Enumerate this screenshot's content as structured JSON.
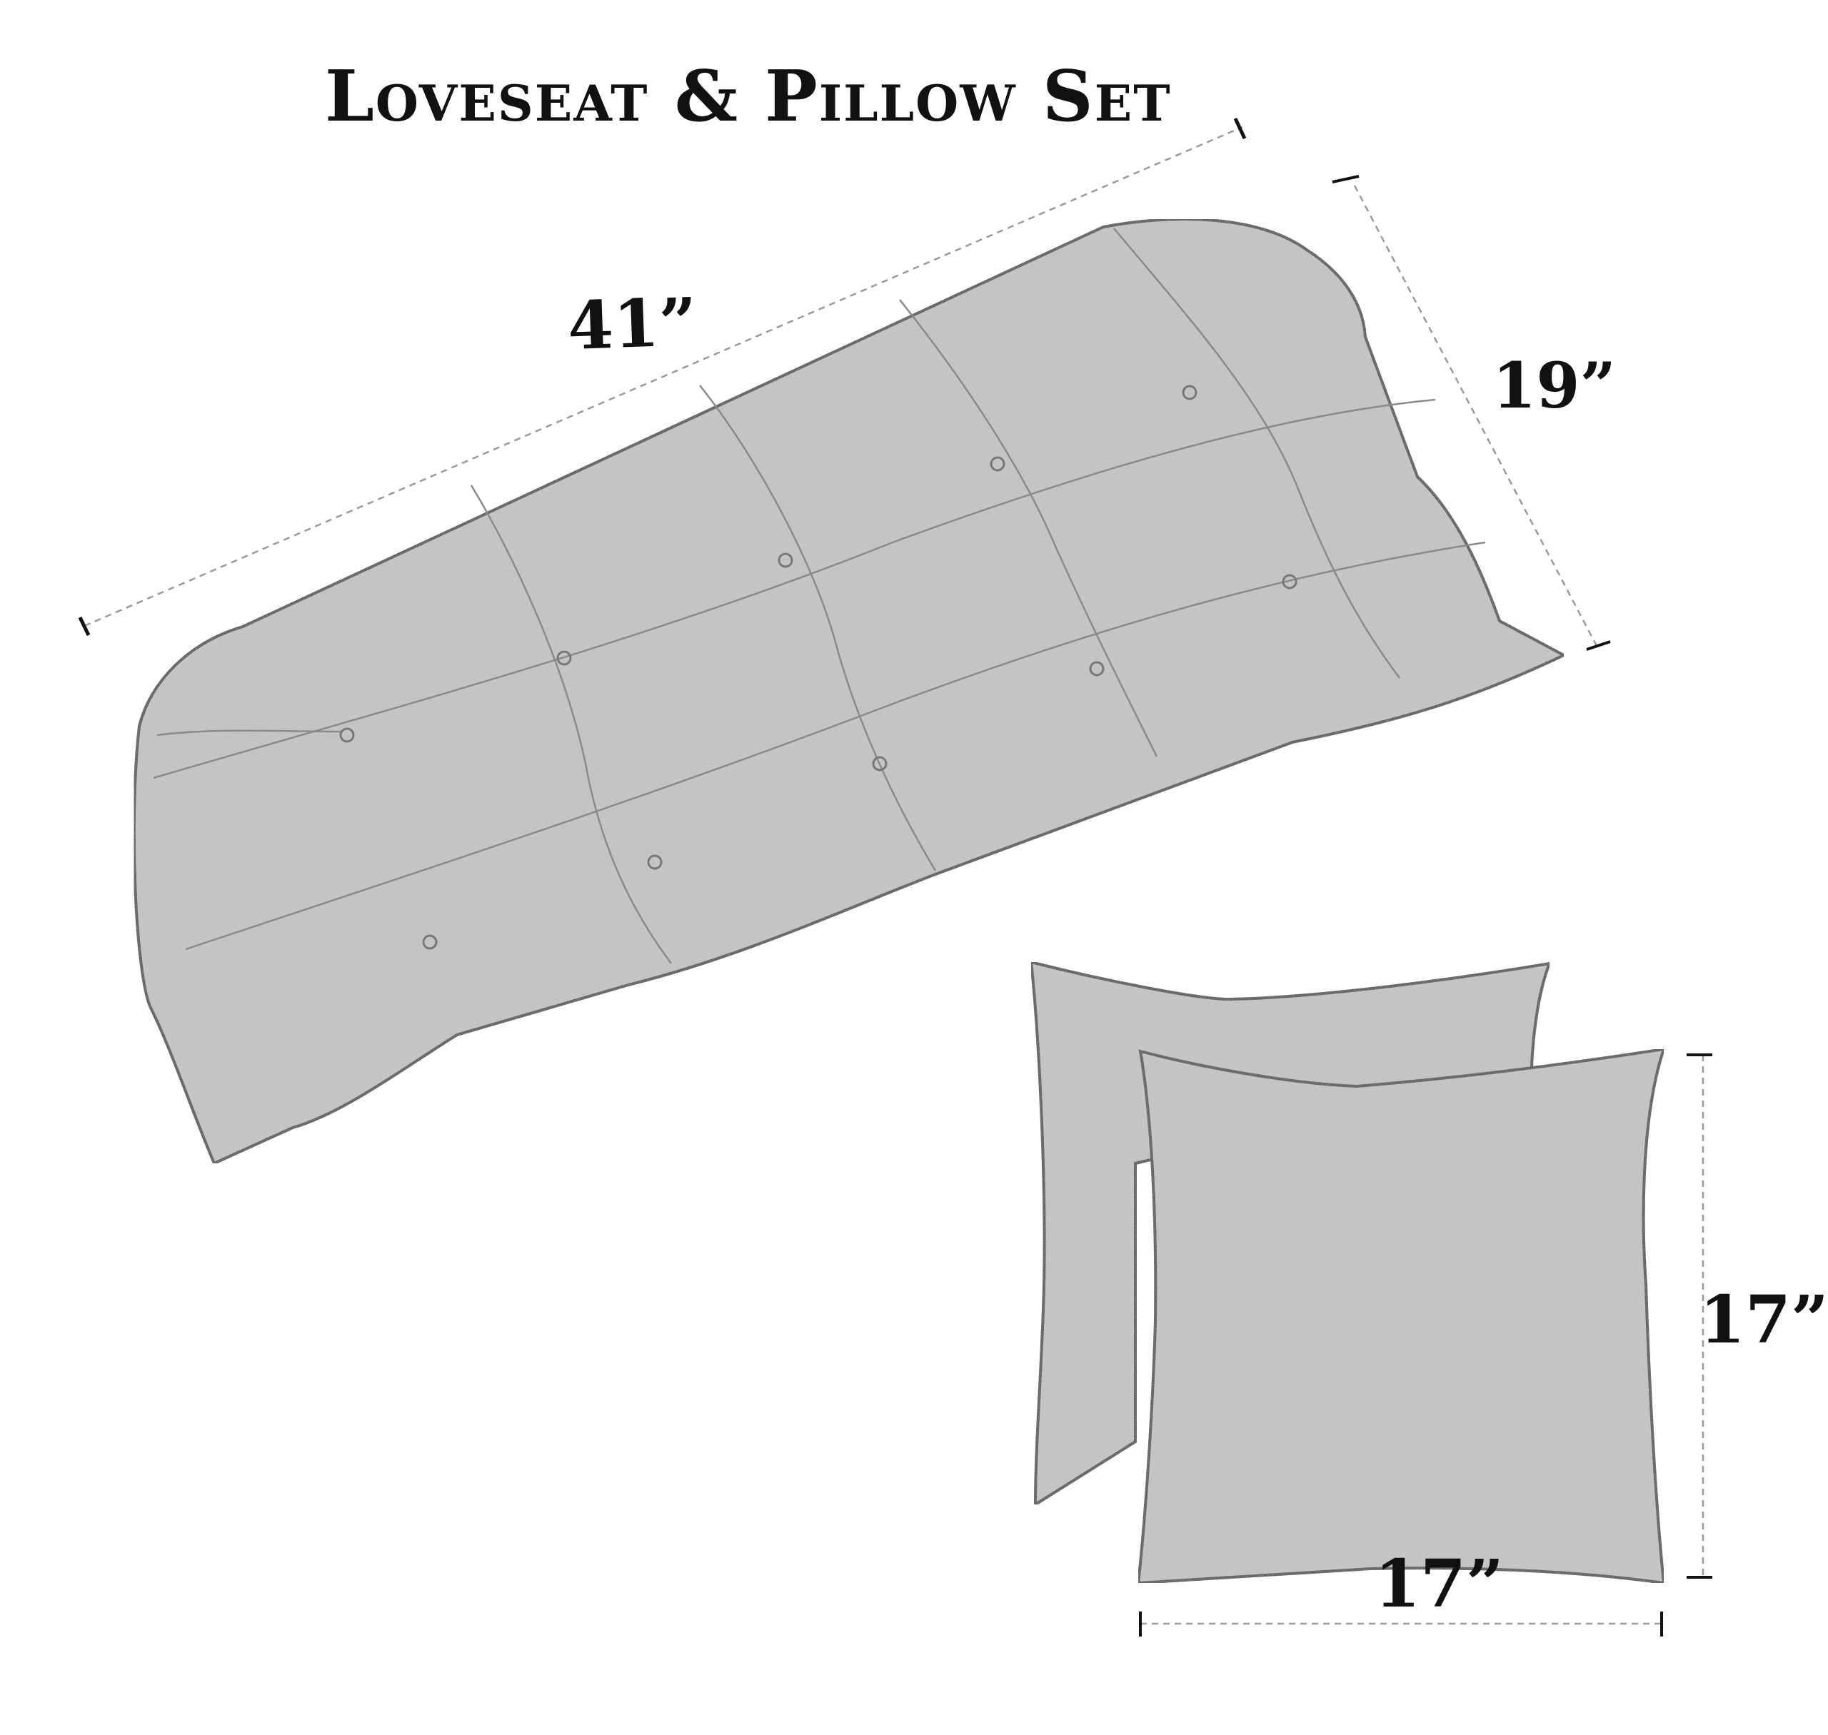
{
  "title": "Loveseat & Pillow Set",
  "dimensions": {
    "loveseat_length": "41”",
    "loveseat_depth": "19”",
    "pillow_height": "17”",
    "pillow_width": "17”"
  },
  "colors": {
    "cushion_fill": "#c4c4c4",
    "outline": "#111111",
    "dimension_line": "#9a9a9a"
  }
}
